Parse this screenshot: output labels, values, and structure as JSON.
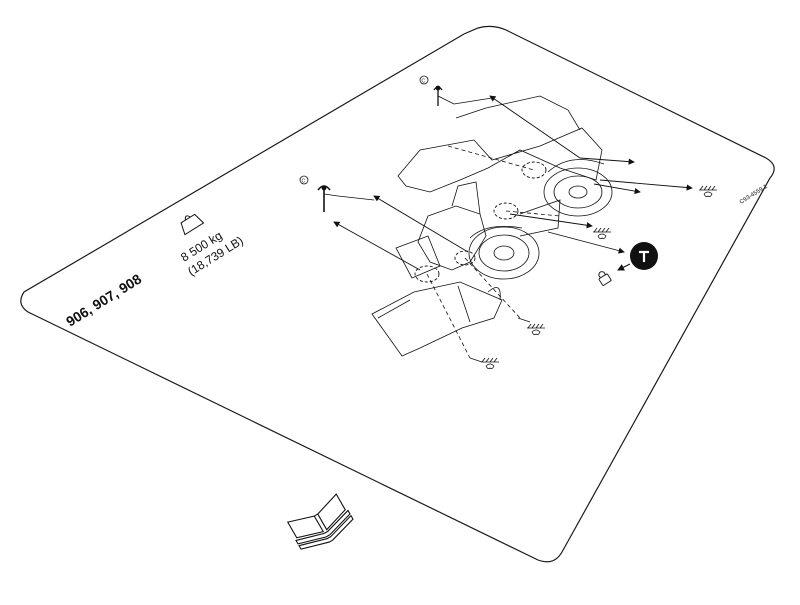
{
  "decal": {
    "models": "906, 907, 908",
    "weight_kg": "8 500 kg",
    "weight_lb": "(18,739 LB)",
    "part_number": "C93-4559 1",
    "lift_point_left_label": "C",
    "lift_point_right_label": "C",
    "colors": {
      "sheet": "#ffffff",
      "outline": "#1a1a1a",
      "line": "#111111"
    },
    "icons": [
      "weight-icon",
      "hook-icon",
      "tie-down-icon",
      "lock-icon",
      "pin-symbol-icon",
      "manual-book-icon"
    ]
  }
}
